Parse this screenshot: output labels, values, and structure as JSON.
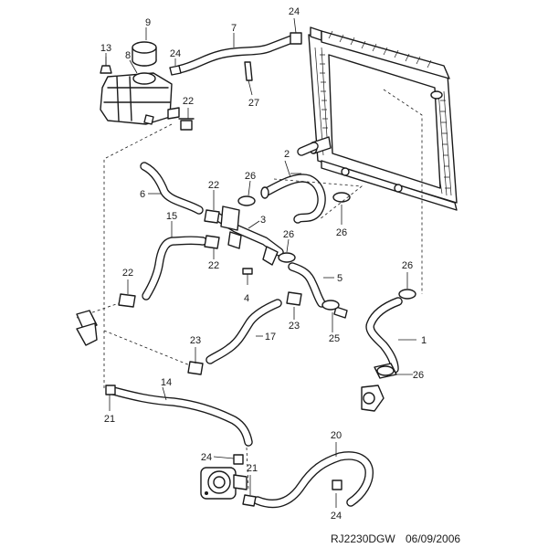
{
  "footer": {
    "code": "RJ2230DGW",
    "date": "06/09/2006"
  },
  "callouts": {
    "c1": "1",
    "c2": "2",
    "c3": "3",
    "c4": "4",
    "c5": "5",
    "c6": "6",
    "c7": "7",
    "c8": "8",
    "c9": "9",
    "c13": "13",
    "c14": "14",
    "c15": "15",
    "c17": "17",
    "c20": "20",
    "c21a": "21",
    "c21b": "21",
    "c22a": "22",
    "c22b": "22",
    "c22c": "22",
    "c22d": "22",
    "c23a": "23",
    "c23b": "23",
    "c24a": "24",
    "c24b": "24",
    "c24c": "24",
    "c24d": "24",
    "c25": "25",
    "c26a": "26",
    "c26b": "26",
    "c26c": "26",
    "c26d": "26",
    "c26e": "26",
    "c27": "27"
  }
}
